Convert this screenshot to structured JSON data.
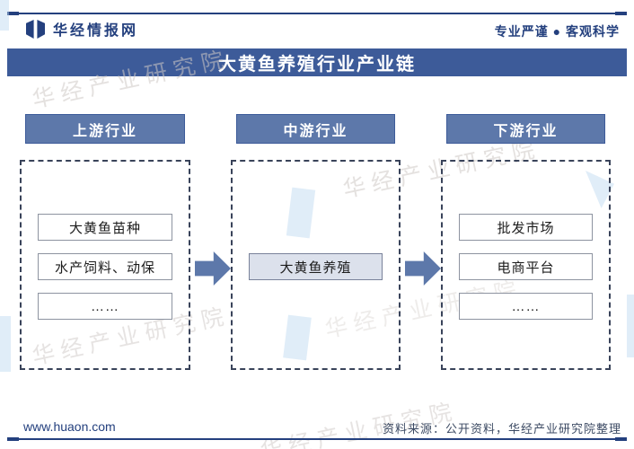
{
  "header": {
    "logo_text": "华经情报网",
    "tagline": "专业严谨 ● 客观科学"
  },
  "title": "大黄鱼养殖行业产业链",
  "columns": [
    {
      "header": "上游行业",
      "items": [
        "大黄鱼苗种",
        "水产饲料、动保",
        "……"
      ]
    },
    {
      "header": "中游行业",
      "items": [
        "大黄鱼养殖"
      ]
    },
    {
      "header": "下游行业",
      "items": [
        "批发市场",
        "电商平台",
        "……"
      ]
    }
  ],
  "footer": {
    "website": "www.huaon.com",
    "source": "资料来源：公开资料，华经产业研究院整理"
  },
  "watermark_text": "华经产业研究院",
  "colors": {
    "navy": "#24407e",
    "title_bar_bg": "#3d5b99",
    "column_header_bg": "#5d78aa",
    "arrow": "#5d78aa",
    "midstream_box_bg": "#dce1ec",
    "dashed_border": "#39435a",
    "item_border": "#8d93a0",
    "watermark": "#cfc9c6"
  }
}
